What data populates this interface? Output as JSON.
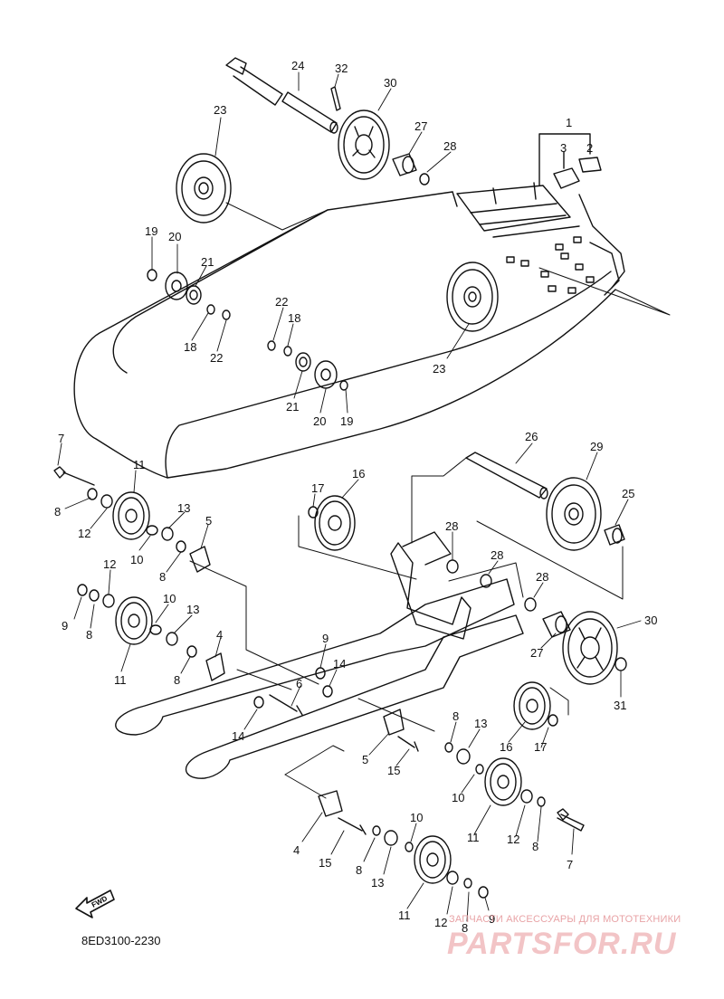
{
  "diagram": {
    "part_code": "8ED3100-2230",
    "fwd_arrow_label": "FWD",
    "watermark": {
      "tagline": "ЗАПЧАСТИ АКСЕССУАРЫ ДЛЯ МОТОТЕХНИКИ",
      "brand": "PARTSFOR.RU"
    },
    "callouts": [
      "1",
      "2",
      "3",
      "4",
      "5",
      "6",
      "7",
      "8",
      "9",
      "10",
      "11",
      "12",
      "13",
      "14",
      "15",
      "16",
      "17",
      "18",
      "19",
      "20",
      "21",
      "22",
      "23",
      "24",
      "25",
      "26",
      "27",
      "28",
      "29",
      "30",
      "31",
      "32"
    ],
    "colors": {
      "line": "#111111",
      "watermark": "#e8a3a6"
    }
  }
}
